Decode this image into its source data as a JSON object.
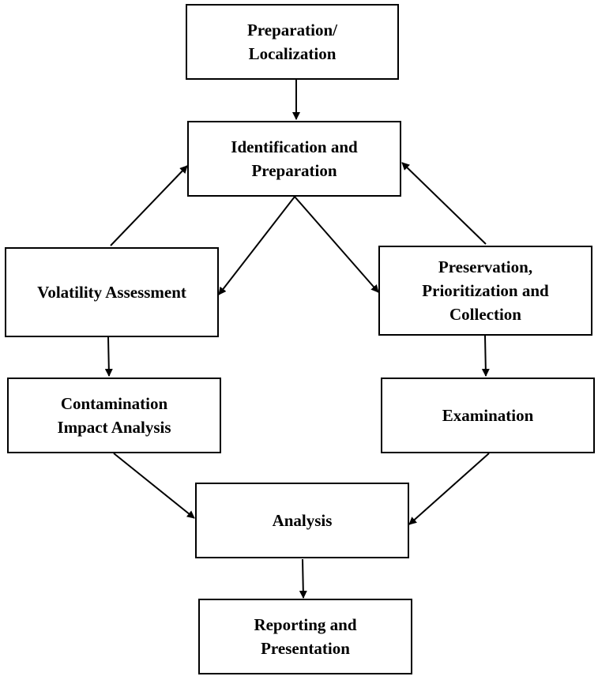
{
  "boxes": {
    "preparation_localization": "Preparation/\nLocalization",
    "identification_preparation": "Identification and\nPreparation",
    "volatility_assessment": "Volatility Assessment",
    "preservation_prioritization_collection": "Preservation,\nPrioritization and\nCollection",
    "contamination_impact_analysis": "Contamination\nImpact Analysis",
    "examination": "Examination",
    "analysis": "Analysis",
    "reporting_presentation": "Reporting and\nPresentation"
  },
  "colors": {
    "stroke": "#000000",
    "background": "#ffffff",
    "text": "#000000"
  }
}
